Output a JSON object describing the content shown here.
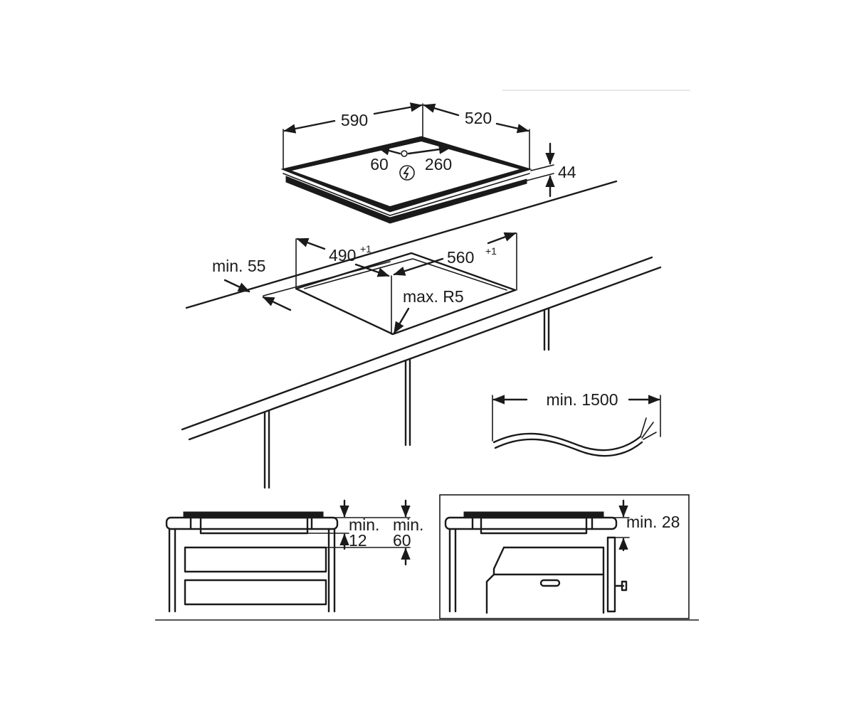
{
  "cooktop": {
    "width": "590",
    "depth": "520",
    "height": "44",
    "conn_left": "60",
    "conn_right": "260"
  },
  "cutout": {
    "depth": "490",
    "width": "560",
    "tolerance": "+1",
    "edge_min": "min. 55",
    "radius": "max. R5"
  },
  "cable": {
    "length": "min. 1500"
  },
  "drawer_view": {
    "gap1_label": "min.",
    "gap1_value": "12",
    "gap2_label": "min.",
    "gap2_value": "60"
  },
  "oven_view": {
    "gap": "min. 28"
  }
}
